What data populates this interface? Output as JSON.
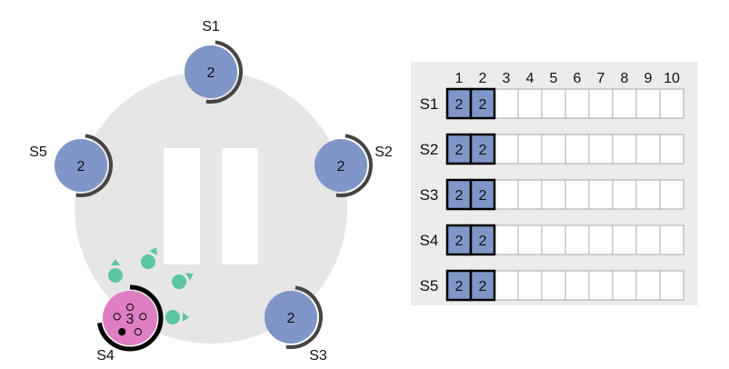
{
  "colors": {
    "server_fill": "#8096c8",
    "leader_fill": "#e07ec4",
    "message_fill": "#5cc6a0",
    "cluster_background": "#e6e6e6",
    "panel_background": "#ececec",
    "committed_entry": "#8096c8"
  },
  "servers": [
    {
      "id": "S1",
      "label": "S1",
      "term": "2",
      "role": "follower"
    },
    {
      "id": "S2",
      "label": "S2",
      "term": "2",
      "role": "follower"
    },
    {
      "id": "S3",
      "label": "S3",
      "term": "2",
      "role": "follower"
    },
    {
      "id": "S4",
      "label": "S4",
      "term": "3",
      "role": "candidate",
      "votes_received": 1,
      "votes_needed": 5
    },
    {
      "id": "S5",
      "label": "S5",
      "term": "2",
      "role": "follower"
    }
  ],
  "log": {
    "columns": [
      "1",
      "2",
      "3",
      "4",
      "5",
      "6",
      "7",
      "8",
      "9",
      "10"
    ],
    "rows": [
      {
        "label": "S1",
        "entries": [
          "2",
          "2"
        ]
      },
      {
        "label": "S2",
        "entries": [
          "2",
          "2"
        ]
      },
      {
        "label": "S3",
        "entries": [
          "2",
          "2"
        ]
      },
      {
        "label": "S4",
        "entries": [
          "2",
          "2"
        ]
      },
      {
        "label": "S5",
        "entries": [
          "2",
          "2"
        ]
      }
    ]
  },
  "messages_in_flight": 4,
  "pause_icon": "pause-icon"
}
